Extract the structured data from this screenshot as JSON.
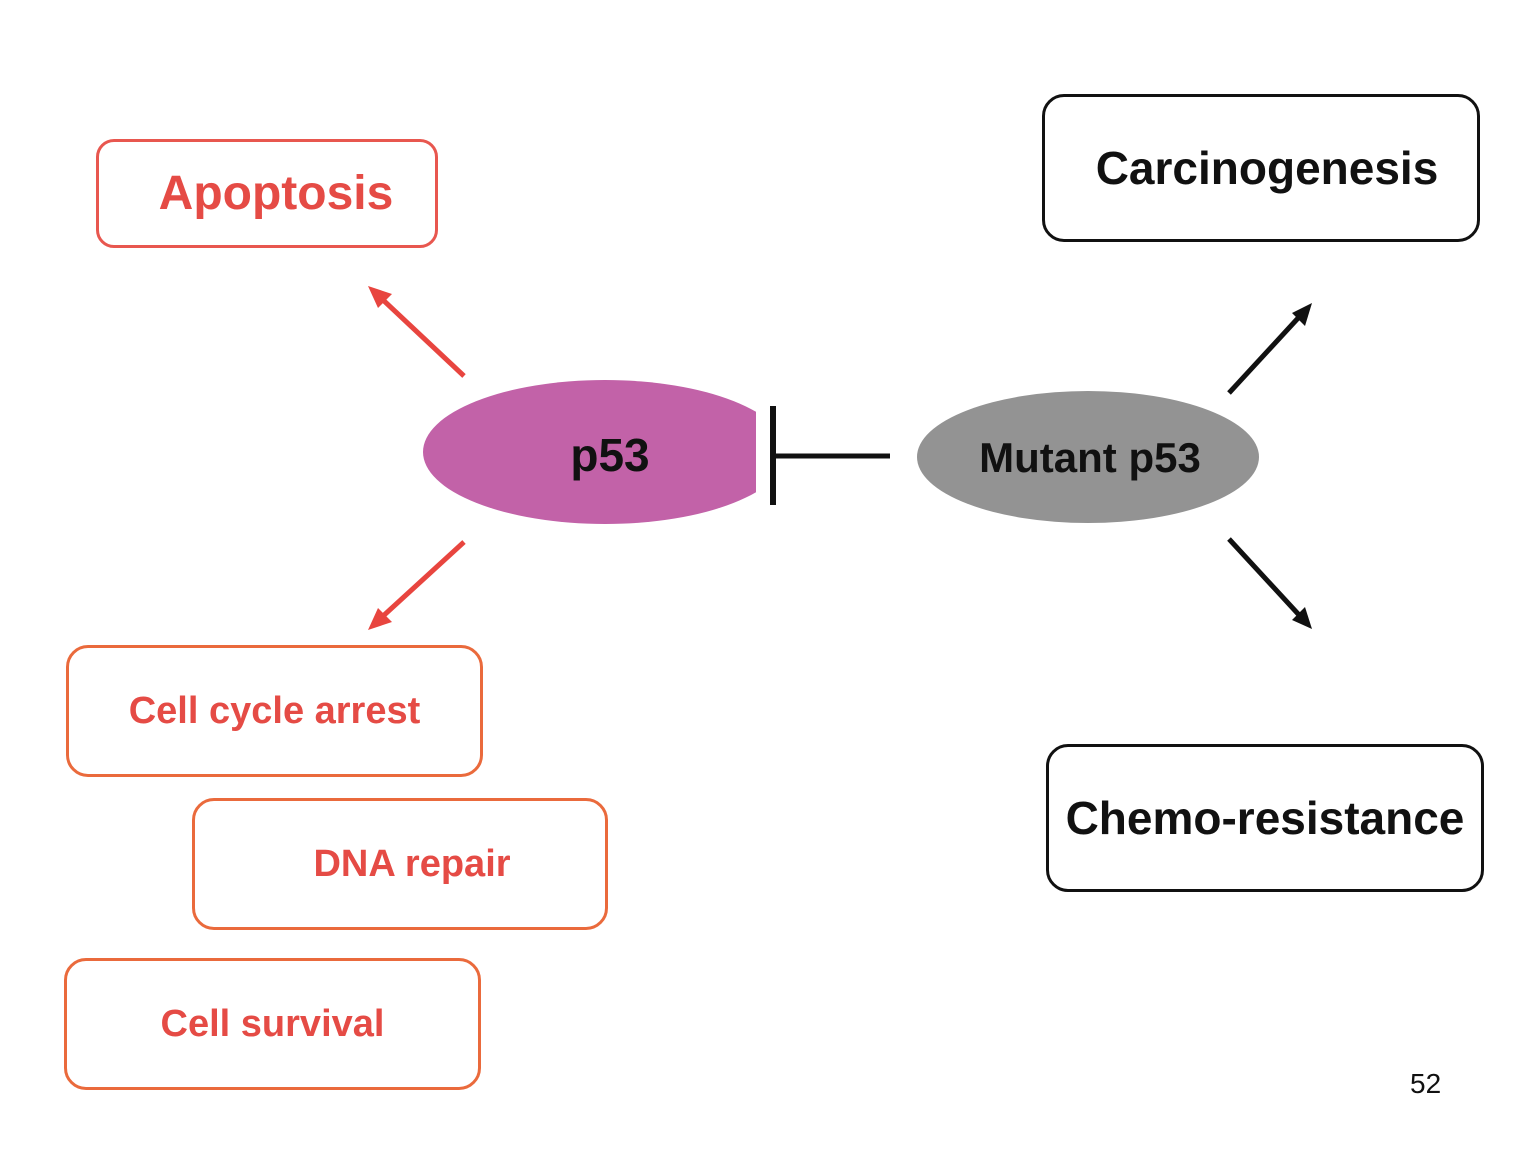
{
  "diagram": {
    "center_nodes": {
      "p53": {
        "label": "p53",
        "color": "#c262a8"
      },
      "mutant_p53": {
        "label": "Mutant p53",
        "color": "#939393"
      }
    },
    "p53_outcomes": [
      {
        "label": "Apoptosis"
      },
      {
        "label": "Cell cycle arrest"
      },
      {
        "label": "DNA repair"
      },
      {
        "label": "Cell survival"
      }
    ],
    "mutant_outcomes": [
      {
        "label": "Carcinogenesis"
      },
      {
        "label": "Chemo-resistance"
      }
    ],
    "edges": [
      {
        "from": "p53",
        "to": "Apoptosis",
        "type": "activation",
        "color": "#e8453f"
      },
      {
        "from": "p53",
        "to": "Cell cycle arrest",
        "type": "activation",
        "color": "#e8453f"
      },
      {
        "from": "Mutant p53",
        "to": "p53",
        "type": "inhibition",
        "color": "#111111"
      },
      {
        "from": "Mutant p53",
        "to": "Carcinogenesis",
        "type": "activation",
        "color": "#111111"
      },
      {
        "from": "Mutant p53",
        "to": "Chemo-resistance",
        "type": "activation",
        "color": "#111111"
      }
    ]
  },
  "page_number": "52"
}
